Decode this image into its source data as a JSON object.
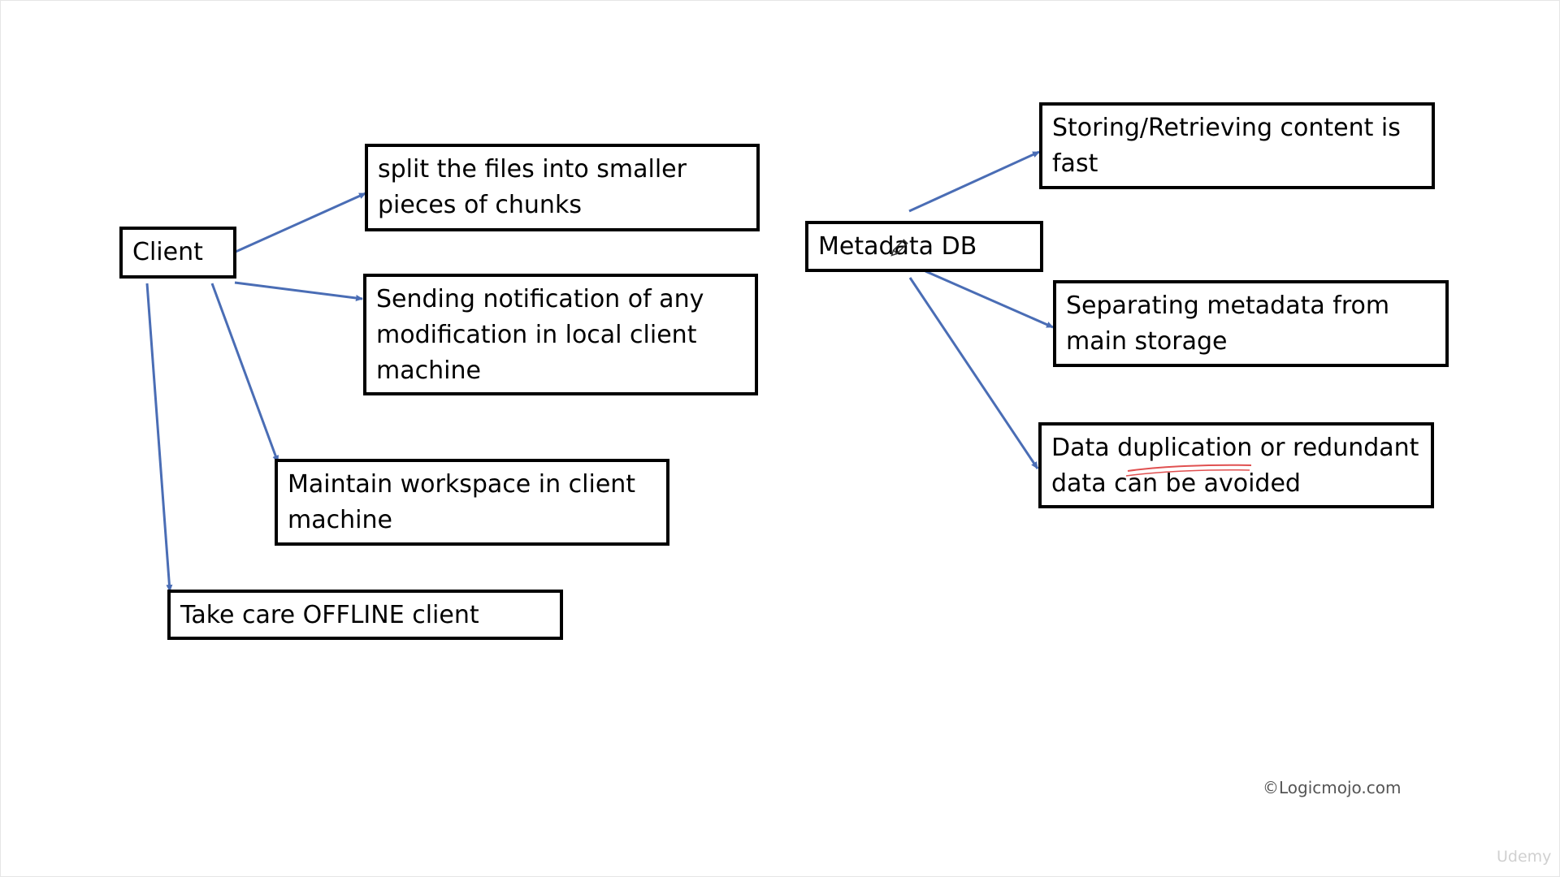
{
  "client": {
    "label": "Client",
    "children": [
      "split the files into smaller\npieces of chunks",
      "Sending notification of any\nmodification in local client\nmachine",
      "Maintain workspace in client\nmachine",
      "Take care OFFLINE client"
    ]
  },
  "metadata": {
    "label": "Metadata DB",
    "children": [
      "Storing/Retrieving content is\nfast",
      "Separating metadata from\nmain storage",
      "Data duplication or redundant\ndata can be avoided"
    ]
  },
  "footer": {
    "copyright": "©Logicmojo.com",
    "brand": "Udemy"
  },
  "colors": {
    "arrow": "#4A6DB5",
    "box_border": "#000000",
    "pen_annotation": "#E05050"
  }
}
